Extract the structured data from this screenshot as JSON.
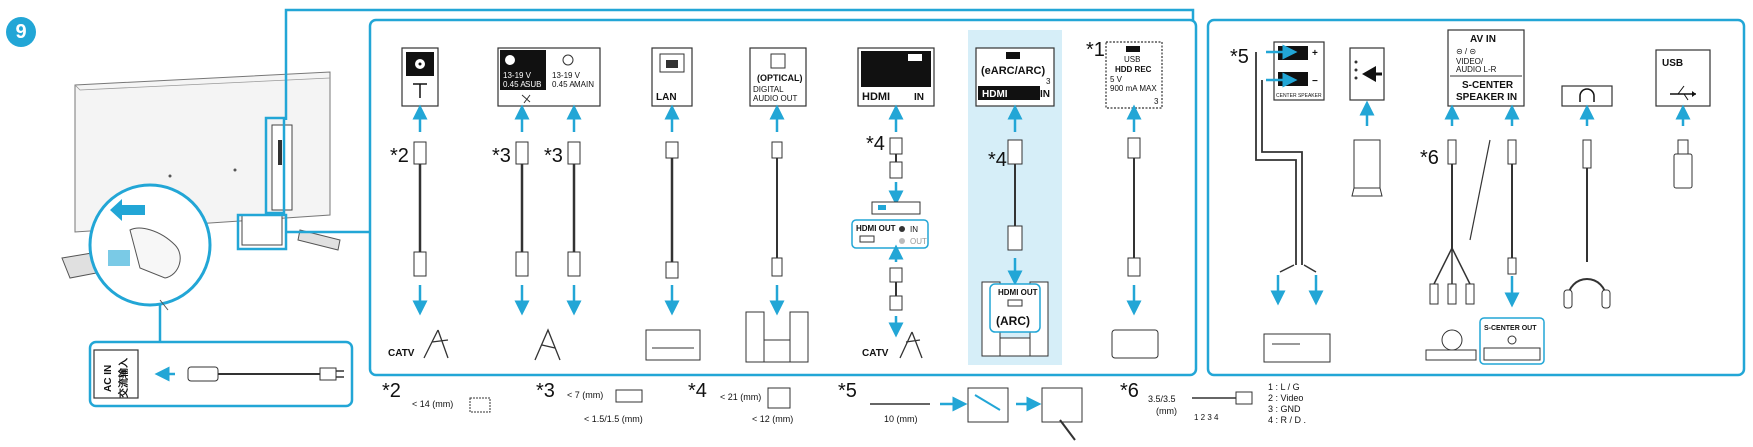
{
  "colors": {
    "accent": "#22a6d6",
    "arrow": "#22a6d6",
    "highlight": "#d6eef8",
    "line": "#1a1a1a"
  },
  "step_number": "9",
  "ac_in": {
    "label_en": "AC IN",
    "label_cn": "交流输入"
  },
  "ports": {
    "rf": {
      "icon": "coax-port-icon"
    },
    "sat": {
      "v1": "13-19 V",
      "a1": "0.45 A",
      "sub": "SUB",
      "v2": "13-19 V",
      "a2": "0.45 A",
      "main": "MAIN"
    },
    "lan": {
      "label": "LAN"
    },
    "optical": {
      "line1": "(OPTICAL)",
      "line2": "DIGITAL",
      "line3": "AUDIO OUT"
    },
    "hdmi_in": {
      "logo": "HDMI",
      "suffix": "IN"
    },
    "hdmi_arc": {
      "top": "(eARC/ARC)",
      "logo": "HDMI",
      "suffix": "IN",
      "num": "3"
    },
    "usb_hdd": {
      "l1": "USB",
      "l2": "HDD REC",
      "l3": "5 V",
      "l4": "900 mA MAX",
      "num": "3"
    }
  },
  "stars": {
    "s1": "*1",
    "s2": "*2",
    "s3": "*3",
    "s4": "*4",
    "s5": "*5",
    "s6": "*6"
  },
  "devices": {
    "catv1": "CATV",
    "catv2": "CATV",
    "stb_hdmi_out": "HDMI OUT",
    "stb_in": "IN",
    "stb_out": "OUT",
    "arc_hdmi_out": "HDMI OUT",
    "arc_label": "(ARC)"
  },
  "right_ports": {
    "center_speaker": "CENTER SPEAKER",
    "plus": "+",
    "minus": "−",
    "av_in": "AV IN",
    "av_video": "VIDEO/",
    "av_audio": "AUDIO L-R",
    "s_center": "S-CENTER",
    "speaker_in": "SPEAKER IN",
    "usb": "USB",
    "s_center_out": "S-CENTER OUT"
  },
  "notes": {
    "n2_star": "*2",
    "n2_dim": "< 14 (mm)",
    "n3_star": "*3",
    "n3_dim1": "< 7 (mm)",
    "n3_dim2": "< 1.5/1.5 (mm)",
    "n4_star": "*4",
    "n4_dim1": "< 21 (mm)",
    "n4_dim2": "< 12 (mm)",
    "n5_star": "*5",
    "n5_dim": "10 (mm)",
    "n6_star": "*6",
    "n6_dim": "3.5/3.5",
    "n6_unit": "(mm)",
    "n6_pins": "1 2 3 4",
    "n6_legend": [
      "1 : L / G",
      "2 : Video",
      "3 : GND",
      "4 : R / D ."
    ]
  }
}
